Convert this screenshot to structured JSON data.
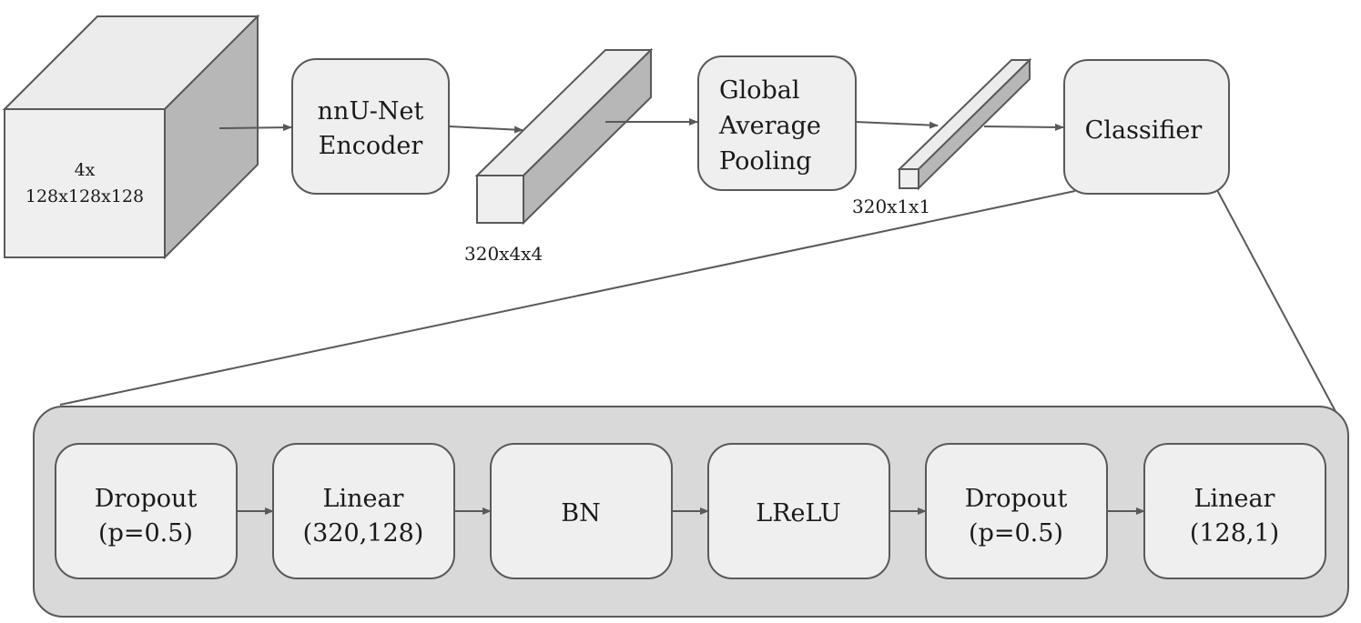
{
  "pipeline": {
    "input_volume": {
      "line1": "4x",
      "line2": "128x128x128"
    },
    "encoder": {
      "line1": "nnU-Net",
      "line2": "Encoder"
    },
    "feature_map_dims": "320x4x4",
    "pooling": {
      "line1": "Global",
      "line2": "Average",
      "line3": "Pooling"
    },
    "pooled_dims": "320x1x1",
    "classifier": "Classifier"
  },
  "classifier_detail": {
    "blocks": [
      {
        "line1": "Dropout",
        "line2": "(p=0.5)"
      },
      {
        "line1": "Linear",
        "line2": "(320,128)"
      },
      {
        "line1": "BN",
        "line2": ""
      },
      {
        "line1": "LReLU",
        "line2": ""
      },
      {
        "line1": "Dropout",
        "line2": "(p=0.5)"
      },
      {
        "line1": "Linear",
        "line2": "(128,1)"
      }
    ]
  },
  "colors": {
    "box_fill": "#efefef",
    "panel_fill": "#d9d9d9",
    "cube_side": "#b7b7b7",
    "cube_top": "#ececec",
    "stroke": "#595959"
  }
}
